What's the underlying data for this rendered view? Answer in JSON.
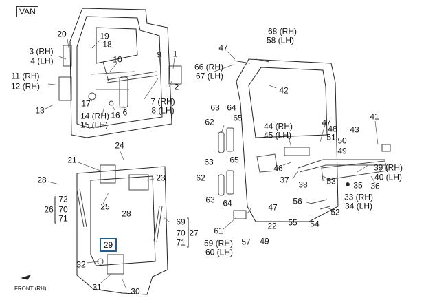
{
  "badge": "VAN",
  "front_label": "FRONT (RH)",
  "highlighted_part": "29",
  "labels": {
    "p20": "20",
    "p19": "19",
    "p18": "18",
    "p3": "3 (RH)",
    "p4": "4 (LH)",
    "p10": "10",
    "p9": "9",
    "p1": "1",
    "p2": "2",
    "p11": "11 (RH)",
    "p12": "12 (RH)",
    "p13": "13",
    "p17": "17",
    "p14": "14 (RH)",
    "p15": "15 (LH)",
    "p16": "16",
    "p6": "6",
    "p7": "7 (RH)",
    "p8": "8 (LH)",
    "p68": "68 (RH)",
    "p58": "58 (LH)",
    "p47a": "47",
    "p66": "66 (RH)",
    "p67": "67 (LH)",
    "p42": "42",
    "p63a": "63",
    "p64a": "64",
    "p62a": "62",
    "p65a": "65",
    "p44": "44 (RH)",
    "p45": "45 (LH)",
    "p47b": "47",
    "p48": "48",
    "p43": "43",
    "p41": "41",
    "p51": "51",
    "p50": "50",
    "p49": "49",
    "p46": "46",
    "p37": "37",
    "p38": "38",
    "p39": "39 (RH)",
    "p40": "40 (LH)",
    "p53": "53",
    "p35": "35",
    "p36": "36",
    "p33": "33 (RH)",
    "p34": "34 (LH)",
    "p63b": "63",
    "p65b": "65",
    "p62b": "62",
    "p63c": "63",
    "p64b": "64",
    "p47c": "47",
    "p56": "56",
    "p52": "52",
    "p55": "55",
    "p54": "54",
    "p22": "22",
    "p61": "61",
    "p59": "59 (RH)",
    "p60": "60 (LH)",
    "p57": "57",
    "p49b": "49",
    "p24": "24",
    "p21": "21",
    "p23": "23",
    "p28a": "28",
    "p25": "25",
    "p72": "72",
    "p26": "26",
    "p70a": "70",
    "p71a": "71",
    "p28b": "28",
    "p69": "69",
    "p70b": "70",
    "p27": "27",
    "p71b": "71",
    "p32": "32",
    "p31": "31",
    "p30": "30"
  }
}
